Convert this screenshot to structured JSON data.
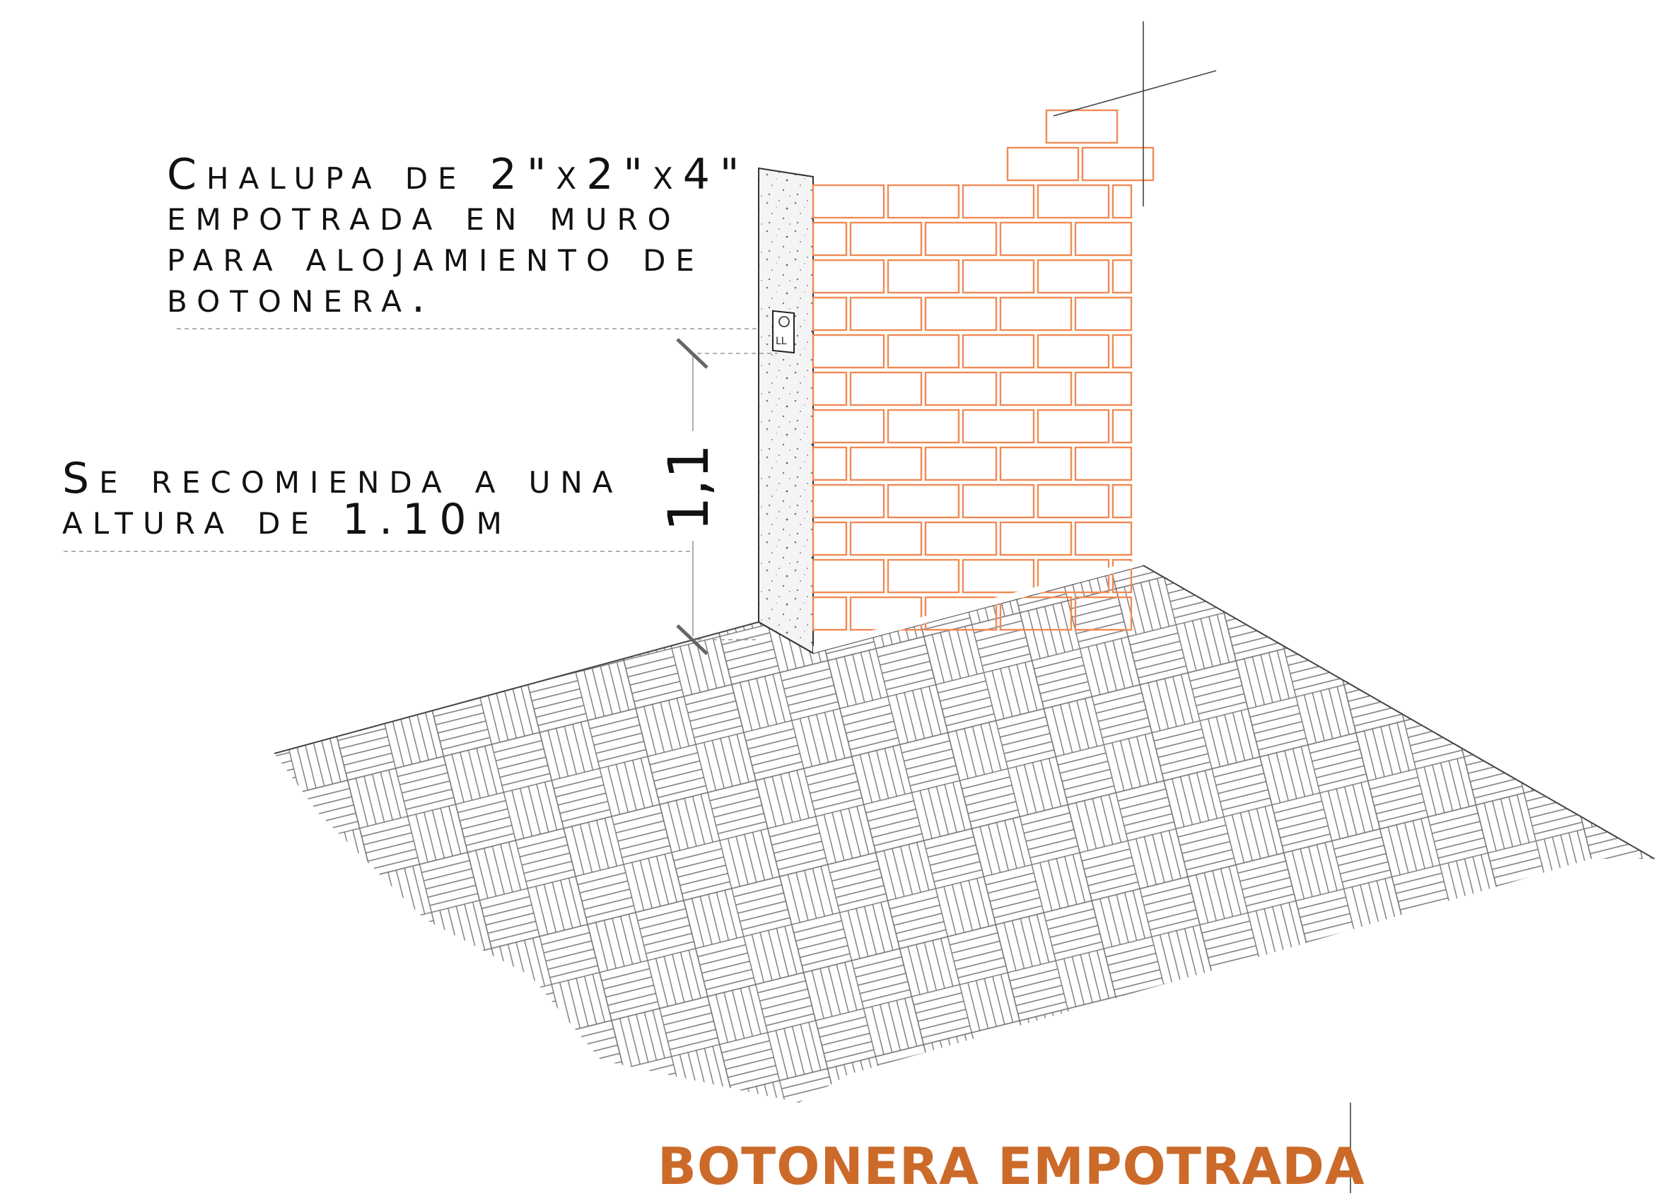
{
  "notes": {
    "chalupa": {
      "line1": "Chalupa de 2\"x2\"x4\"",
      "line2": "empotrada en muro",
      "line3": "para alojamiento de",
      "line4": "botonera."
    },
    "altura": {
      "line1": "Se recomienda a una",
      "line2": "altura de 1.10m"
    }
  },
  "dimension": {
    "value_label": "1,1"
  },
  "switch_plate_label": "LL",
  "title": "BOTONERA EMPOTRADA",
  "colors": {
    "brick": "#f08a55",
    "title": "#cc6a2a",
    "linework": "#555555",
    "concrete": "#f4f4f4"
  }
}
